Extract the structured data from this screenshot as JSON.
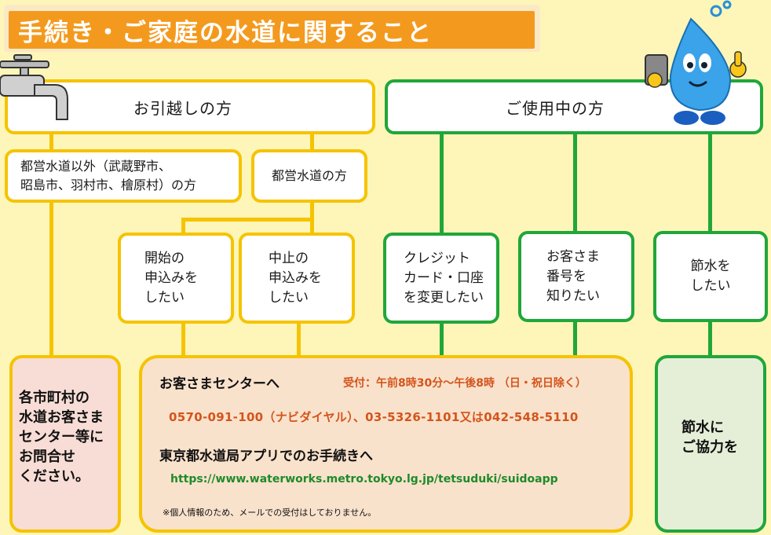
{
  "banner": {
    "title": "手続き・ご家庭の水道に関すること"
  },
  "moving": {
    "header": "お引越しの方",
    "non_tokyo": "都営水道以外（武蔵野市、\n昭島市、羽村市、檜原村）の方",
    "tokyo": "都営水道の方",
    "start": "開始の\n申込みを\nしたい",
    "stop": "中止の\n申込みを\nしたい"
  },
  "in_use": {
    "header": "ご使用中の方",
    "credit": "クレジット\nカード・口座\nを変更したい",
    "customer_no": "お客さま\n番号を\n知りたい",
    "save_water": "節水を\nしたい"
  },
  "bottom": {
    "municipal": "各市町村の\n水道お客さま\nセンター等に\nお問合せ\nください。",
    "center": {
      "heading": "お客さまセンターへ",
      "hours": "受付：午前8時30分～午後8時 （日・祝日除く）",
      "phone": "0570-091-100（ナビダイヤル）、03-5326-1101又は042-548-5110",
      "app_heading": "東京都水道局アプリでのお手続きへ",
      "url": "https://www.waterworks.metro.tokyo.lg.jp/tetsuduki/suidoapp",
      "note": "※個人情報のため、メールでの受付はしておりません。"
    },
    "cooperate": "節水に\nご協力を"
  },
  "colors": {
    "background": "#fdf6b8",
    "banner": "#f39a1e",
    "yellow_border": "#f5c300",
    "green_border": "#20a63a",
    "orange_text": "#d4541c",
    "green_text": "#1f8a2a"
  }
}
